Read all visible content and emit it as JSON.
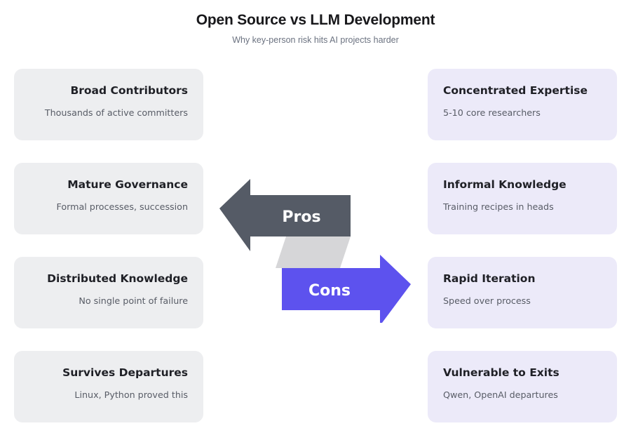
{
  "header": {
    "title": "Open Source vs LLM Development",
    "subtitle": "Why key-person risk hits AI projects harder"
  },
  "colors": {
    "pros_arrow": "#555b66",
    "cons_arrow": "#5d52ee",
    "connector": "#d6d6d8",
    "pro_card_bg": "#edeef0",
    "con_card_bg": "#eceaf9",
    "title_text": "#18181b",
    "subtitle_text": "#6b7280",
    "card_title_text": "#1f2026",
    "card_desc_text": "#585c66"
  },
  "center": {
    "pros_label": "Pros",
    "cons_label": "Cons"
  },
  "left_column": {
    "side": "pros",
    "cards": [
      {
        "title": "Broad Contributors",
        "desc": "Thousands of active committers"
      },
      {
        "title": "Mature Governance",
        "desc": "Formal processes, succession"
      },
      {
        "title": "Distributed Knowledge",
        "desc": "No single point of failure"
      },
      {
        "title": "Survives Departures",
        "desc": "Linux, Python proved this"
      }
    ]
  },
  "right_column": {
    "side": "cons",
    "cards": [
      {
        "title": "Concentrated Expertise",
        "desc": "5-10 core researchers"
      },
      {
        "title": "Informal Knowledge",
        "desc": "Training recipes in heads"
      },
      {
        "title": "Rapid Iteration",
        "desc": "Speed over process"
      },
      {
        "title": "Vulnerable to Exits",
        "desc": "Qwen, OpenAI departures"
      }
    ]
  }
}
